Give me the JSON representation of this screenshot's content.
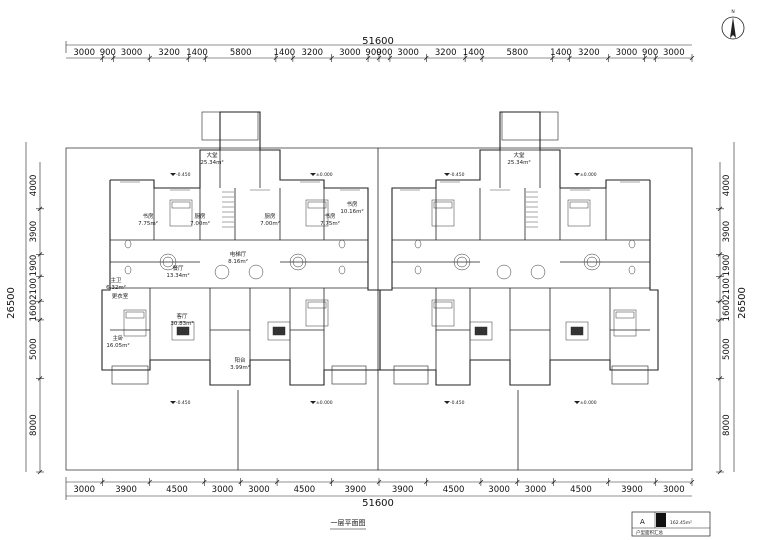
{
  "drawing": {
    "total_width": "51600",
    "total_depth": "26500",
    "north_label": "N",
    "caption": "一层平面图",
    "area_tag": {
      "unit": "A",
      "area": "162.45m²",
      "note": "户型面积汇总"
    }
  },
  "dimensions": {
    "top": [
      "3000",
      "900",
      "3000",
      "3200",
      "1400",
      "5800",
      "1400",
      "3200",
      "3000",
      "900",
      "900",
      "3000",
      "3200",
      "1400",
      "5800",
      "1400",
      "3200",
      "3000",
      "900",
      "3000"
    ],
    "bottom": [
      "3000",
      "3900",
      "4500",
      "3000",
      "3000",
      "4500",
      "3900",
      "3900",
      "4500",
      "3000",
      "3000",
      "4500",
      "3900",
      "3000"
    ],
    "left": [
      "4000",
      "3900",
      "1900",
      "2100",
      "1600",
      "5000",
      "8000"
    ],
    "right": [
      "4000",
      "3900",
      "1900",
      "2100",
      "1600",
      "5000",
      "8000"
    ]
  },
  "rooms": [
    {
      "label": "大堂",
      "area": "25.34m²"
    },
    {
      "label": "大堂",
      "area": "25.34m²"
    },
    {
      "label": "书房",
      "area": "7.75m²"
    },
    {
      "label": "厨房",
      "area": "7.00m²"
    },
    {
      "label": "厨房",
      "area": "7.00m²"
    },
    {
      "label": "书房",
      "area": "7.75m²"
    },
    {
      "label": "书房",
      "area": "10.16m²"
    },
    {
      "label": "餐厅",
      "area": "13.34m²"
    },
    {
      "label": "客厅",
      "area": "30.83m²"
    },
    {
      "label": "主卧",
      "area": "16.05m²"
    },
    {
      "label": "阳台",
      "area": "3.99m²"
    },
    {
      "label": "更衣室",
      "area": ""
    },
    {
      "label": "主卫",
      "area": "6.32m²"
    },
    {
      "label": "电梯厅",
      "area": "8.16m²"
    }
  ],
  "levels": [
    "-0.450",
    "±0.000"
  ]
}
